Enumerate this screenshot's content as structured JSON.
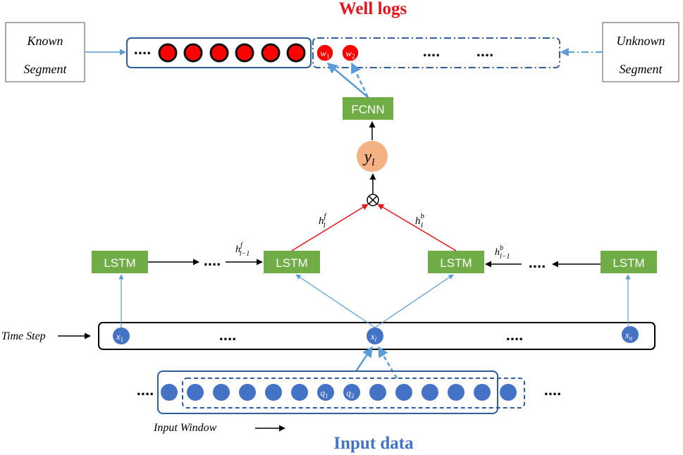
{
  "title_top": "Well logs",
  "title_bottom": "Input data",
  "known_segment": {
    "line1": "Known",
    "line2": "Segment"
  },
  "unknown_segment": {
    "line1": "Unknown",
    "line2": "Segment"
  },
  "fcnn": "FCNN",
  "lstm": "LSTM",
  "y_node": {
    "base": "y",
    "sub": "l"
  },
  "combine_symbol": "⊗",
  "h_forward": {
    "base": "h",
    "sub": "l",
    "sup": "f"
  },
  "h_backward": {
    "base": "h",
    "sub": "l",
    "sup": "b"
  },
  "h_forward_prev": {
    "base": "h",
    "sub": "l−1",
    "sup": "f"
  },
  "h_backward_prev": {
    "base": "h",
    "sub": "l−1",
    "sup": "b"
  },
  "ellipsis": "....",
  "time_step": "Time Step",
  "x_nodes": [
    {
      "base": "x",
      "sub": "1"
    },
    {
      "base": "x",
      "sub": "l"
    },
    {
      "base": "x",
      "sub": "n"
    }
  ],
  "w_nodes": [
    {
      "base": "w",
      "sub": "1"
    },
    {
      "base": "w",
      "sub": "2"
    }
  ],
  "q_nodes": [
    {
      "base": "q",
      "sub": "1"
    },
    {
      "base": "q",
      "sub": "2"
    }
  ],
  "input_window": "Input Window",
  "colors": {
    "title_red": "#e8141c",
    "title_blue": "#4472c4",
    "box_blue": "#2e5d9a",
    "dot_blue": "#4472c4",
    "dot_red": "#ff0000",
    "green": "#70ad47",
    "orange": "#f4b183",
    "red_line": "#e8141c",
    "light_blue": "#5b9bd5"
  }
}
